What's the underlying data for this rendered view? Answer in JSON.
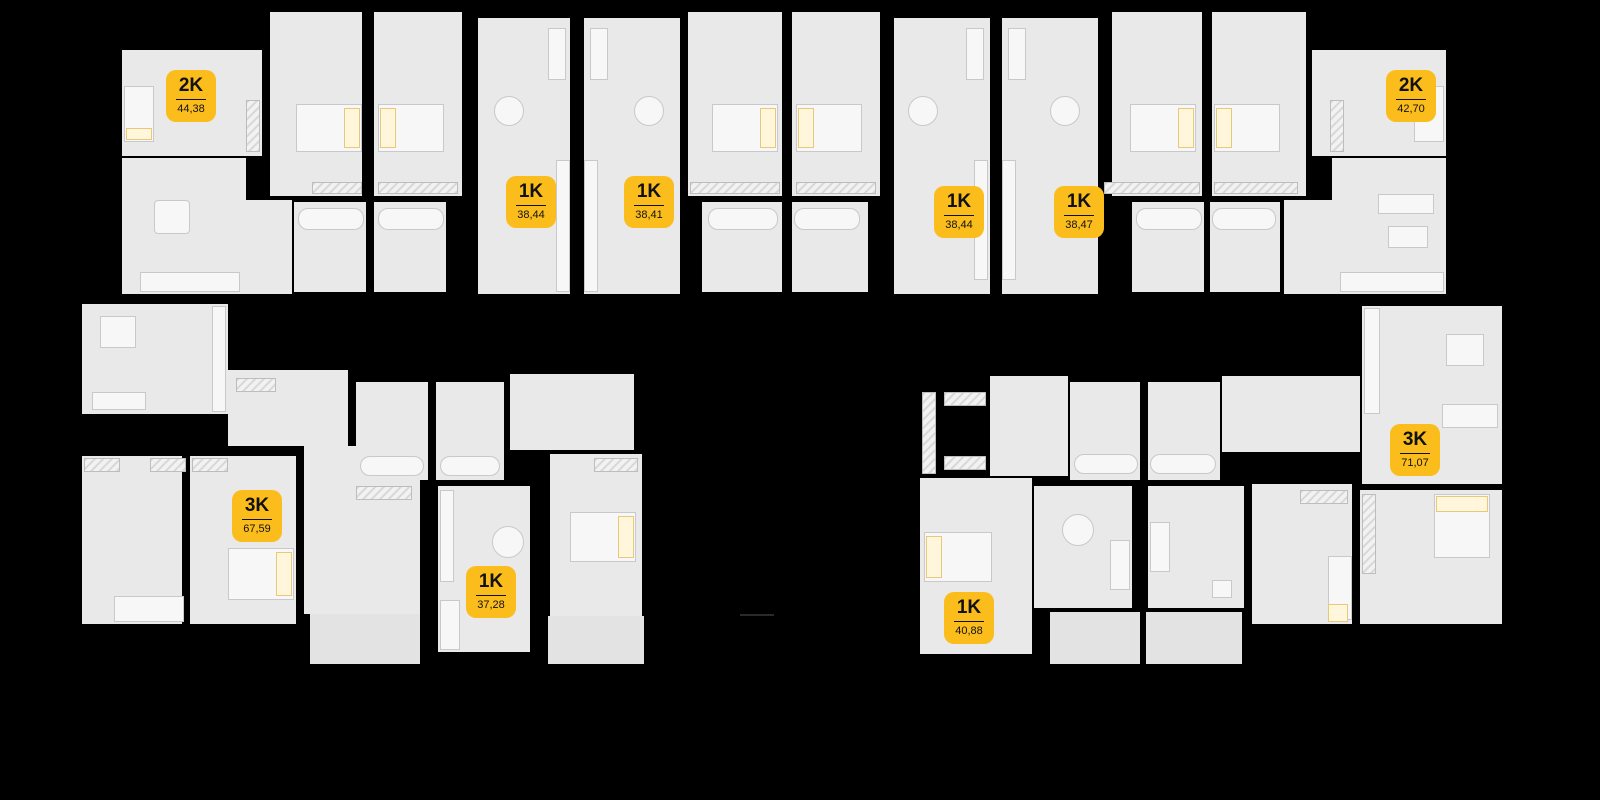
{
  "plan": {
    "apartments": [
      {
        "id": "apt-2k-left",
        "rooms": "2K",
        "area": "44,38"
      },
      {
        "id": "apt-1k-a",
        "rooms": "1K",
        "area": "38,44"
      },
      {
        "id": "apt-1k-b",
        "rooms": "1K",
        "area": "38,41"
      },
      {
        "id": "apt-1k-c",
        "rooms": "1K",
        "area": "38,44"
      },
      {
        "id": "apt-1k-d",
        "rooms": "1K",
        "area": "38,47"
      },
      {
        "id": "apt-2k-right",
        "rooms": "2K",
        "area": "42,70"
      },
      {
        "id": "apt-3k-left",
        "rooms": "3K",
        "area": "67,59"
      },
      {
        "id": "apt-1k-e",
        "rooms": "1K",
        "area": "37,28"
      },
      {
        "id": "apt-1k-f",
        "rooms": "1K",
        "area": "40,88"
      },
      {
        "id": "apt-3k-right",
        "rooms": "3K",
        "area": "71,07"
      }
    ],
    "colors": {
      "background": "#000000",
      "floor": "#e9e9e9",
      "badge": "#fbbd1c",
      "badge_text": "#111111",
      "soft_furniture": "#fff6dc"
    }
  }
}
